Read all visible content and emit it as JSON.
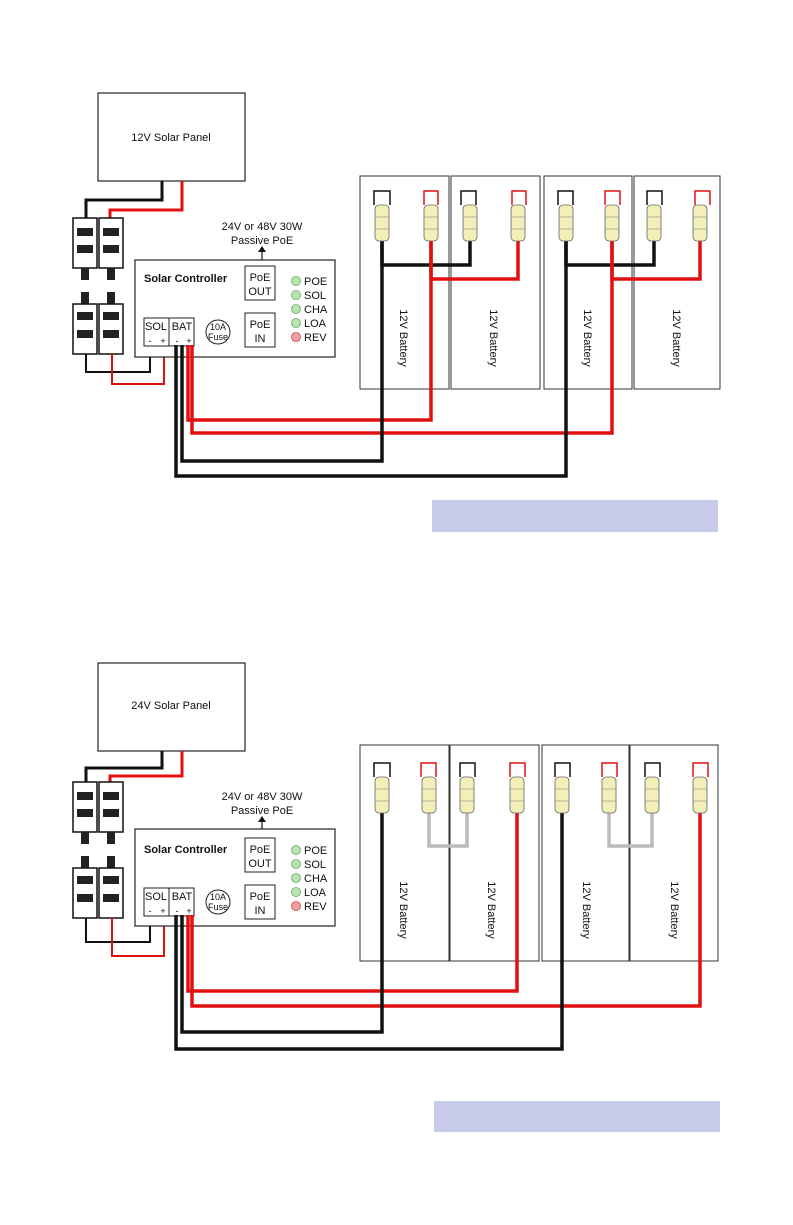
{
  "diagrams": [
    {
      "panel_label": "12V Solar Panel",
      "poe_note_line1": "24V or 48V 30W",
      "poe_note_line2": "Passive PoE",
      "controller_title": "Solar Controller",
      "poe_out_line1": "PoE",
      "poe_out_line2": "OUT",
      "poe_in_line1": "PoE",
      "poe_in_line2": "IN",
      "sol_label": "SOL",
      "bat_label": "BAT",
      "fuse_line1": "10A",
      "fuse_line2": "Fuse",
      "minus": "-",
      "plus": "+",
      "leds": [
        {
          "label": "POE",
          "color": "#b9e3b0"
        },
        {
          "label": "SOL",
          "color": "#b9e3b0"
        },
        {
          "label": "CHA",
          "color": "#b9e3b0"
        },
        {
          "label": "LOA",
          "color": "#b9e3b0"
        },
        {
          "label": "REV",
          "color": "#f2a0a0"
        }
      ],
      "batteries": [
        "12V Battery",
        "12V Battery",
        "12V Battery",
        "12V Battery"
      ]
    },
    {
      "panel_label": "24V Solar Panel",
      "poe_note_line1": "24V or 48V 30W",
      "poe_note_line2": "Passive PoE",
      "controller_title": "Solar Controller",
      "poe_out_line1": "PoE",
      "poe_out_line2": "OUT",
      "poe_in_line1": "PoE",
      "poe_in_line2": "IN",
      "sol_label": "SOL",
      "bat_label": "BAT",
      "fuse_line1": "10A",
      "fuse_line2": "Fuse",
      "minus": "-",
      "plus": "+",
      "leds": [
        {
          "label": "POE",
          "color": "#b9e3b0"
        },
        {
          "label": "SOL",
          "color": "#b9e3b0"
        },
        {
          "label": "CHA",
          "color": "#b9e3b0"
        },
        {
          "label": "LOA",
          "color": "#b9e3b0"
        },
        {
          "label": "REV",
          "color": "#f2a0a0"
        }
      ],
      "batteries": [
        "12V Battery",
        "12V Battery",
        "12V Battery",
        "12V Battery"
      ]
    }
  ],
  "colors": {
    "positive_wire": "#e01010",
    "negative_wire": "#111111",
    "series_link_wire": "#bbbbbb",
    "caption_bar": "#c8cbea",
    "terminal_lug": "#f3efb8"
  }
}
